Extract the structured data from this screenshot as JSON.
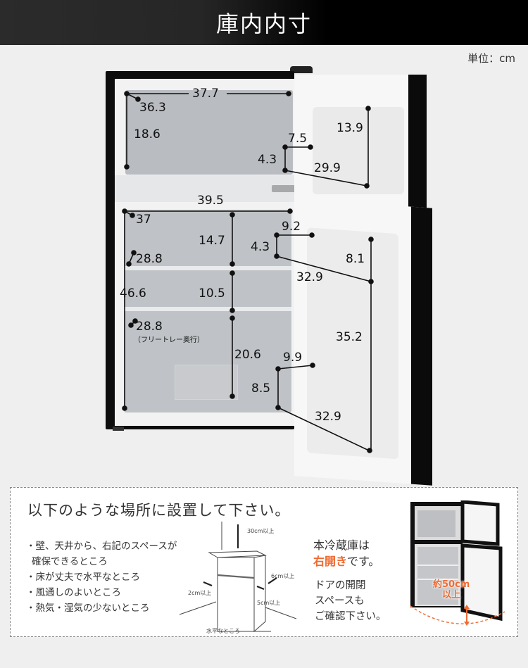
{
  "header": {
    "title": "庫内内寸"
  },
  "unit_label": "単位：cm",
  "freezer": {
    "width_label": "37.7",
    "depth_label": "36.3",
    "height_label": "18.6",
    "door_pocket": {
      "depth": "7.5",
      "height": "4.3",
      "width": "29.9"
    },
    "door_height": "13.9"
  },
  "refrigerator": {
    "width_label": "39.5",
    "depth_label": "37",
    "shelf1_depth": "28.8",
    "total_height": "46.6",
    "upper_height": "14.7",
    "middle_height": "10.5",
    "lower_height": "20.6",
    "tray_depth": "28.8",
    "tray_note": "（フリートレー奥行）",
    "door_pocket_upper": {
      "depth": "9.2",
      "height": "4.3",
      "width": "32.9",
      "side_height": "8.1"
    },
    "door_height": "35.2",
    "door_pocket_lower": {
      "depth": "9.9",
      "height": "8.5",
      "width": "32.9"
    }
  },
  "install": {
    "title": "以下のような場所に設置して下さい。",
    "bullets": [
      "・壁、天井から、右記のスペースが",
      "確保できるところ",
      "・床が丈夫で水平なところ",
      "・風通しのよいところ",
      "・熱気・湿気の少ないところ"
    ],
    "diagram_labels": {
      "top": "30cm以上",
      "left": "2cm以上",
      "right_back": "6cm以上",
      "right": "5cm以上",
      "floor": "水平なところ"
    },
    "door_note_line1": "本冷蔵庫は",
    "door_note_accent": "右開き",
    "door_note_line2_rest": "です。",
    "door_space_note": [
      "ドアの開閉",
      "スペースも",
      "ご確認下さい。"
    ],
    "clearance_label_line1": "約50cm",
    "clearance_label_line2": "以上",
    "accent_color": "#f06a32"
  }
}
